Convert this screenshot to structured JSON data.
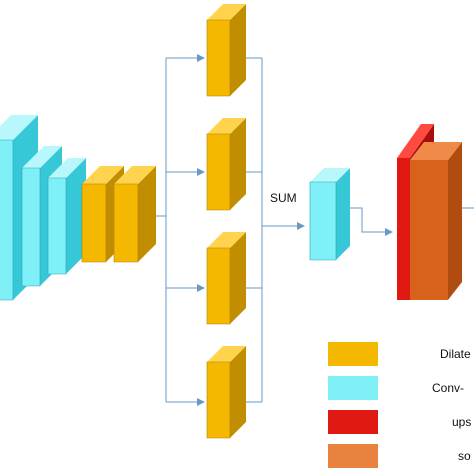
{
  "labels": {
    "sum": "SUM"
  },
  "legend": [
    {
      "text": "Dilate",
      "color": "#f5b800",
      "swatch_name": "legend-swatch-dilated",
      "label_name": "legend-label-dilated"
    },
    {
      "text": "Conv-",
      "color": "#7ff0f8",
      "swatch_name": "legend-swatch-conv",
      "label_name": "legend-label-conv"
    },
    {
      "text": "ups",
      "color": "#e01a12",
      "swatch_name": "legend-swatch-upsample",
      "label_name": "legend-label-upsample"
    },
    {
      "text": "so",
      "color": "#e9823e",
      "swatch_name": "legend-swatch-softmax",
      "label_name": "legend-label-softmax"
    }
  ],
  "colors": {
    "conv_front": "#7ff0f8",
    "conv_side": "#37c8d8",
    "conv_top": "#b8f8fc",
    "dilated_front": "#f5b800",
    "dilated_side": "#c08e00",
    "dilated_top": "#ffd34d",
    "upsample_front": "#e01a12",
    "softmax_front": "#d8621c",
    "connector": "#6a9ac4"
  }
}
